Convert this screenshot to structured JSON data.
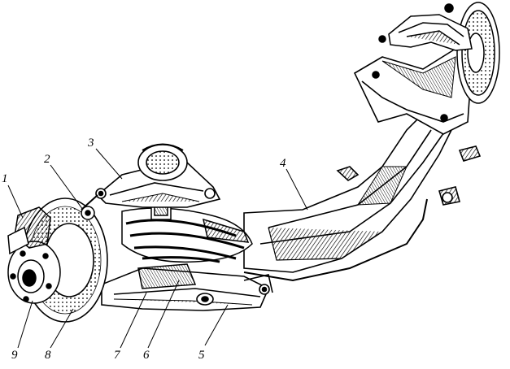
{
  "figure": {
    "callouts": [
      {
        "id": "c1",
        "label": "1"
      },
      {
        "id": "c2",
        "label": "2"
      },
      {
        "id": "c3",
        "label": "3"
      },
      {
        "id": "c4",
        "label": "4"
      },
      {
        "id": "c5",
        "label": "5"
      },
      {
        "id": "c6",
        "label": "6"
      },
      {
        "id": "c7",
        "label": "7"
      },
      {
        "id": "c8",
        "label": "8"
      },
      {
        "id": "c9",
        "label": "9"
      }
    ],
    "parts": [
      "brake-caliper",
      "ball-joint",
      "upper-control-arm",
      "crossmember",
      "lower-control-arm",
      "coil-spring",
      "shock-absorber",
      "brake-disc",
      "wheel-hub",
      "rear-brake-disc",
      "rear-upper-arm",
      "rear-spring-mount"
    ],
    "colors": {
      "ink": "#000000",
      "paper": "#ffffff",
      "shade": "#1a1a1a"
    }
  }
}
